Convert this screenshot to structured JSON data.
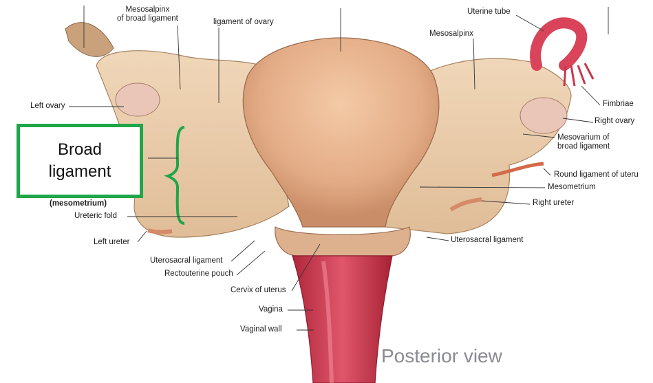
{
  "labels": {
    "mesosalpinx_broad": "Mesosalpinx\nof broad ligament",
    "ligament_of_ovary": "ligament of ovary",
    "uterine_tube": "Uterine tube",
    "mesosalpinx": "Mesosalpinx",
    "left_ovary": "Left ovary",
    "fimbriae": "Fimbriae",
    "right_ovary": "Right ovary",
    "mesovarium": "Mesovarium of\nbroad ligament",
    "round_ligament": "Round ligament of uteru",
    "mesometrium_right": "Mesometrium",
    "mesometrium_left": "(mesometrium)",
    "right_ureter": "Right ureter",
    "ureteric_fold": "Ureteric fold",
    "left_ureter": "Left ureter",
    "uterosacral_right": "Uterosacral ligament",
    "uterosacral_left": "Uterosacral ligament",
    "rectouterine_pouch": "Rectouterine pouch",
    "cervix": "Cervix of uterus",
    "vagina": "Vagina",
    "vaginal_wall": "Vaginal wall"
  },
  "callout": {
    "broad_ligament": "Broad\nligament",
    "color": "#1fa64a"
  },
  "view_caption": "Posterior view",
  "colors": {
    "uterus": "#e2b08c",
    "ligament": "#e8c9a6",
    "tube": "#d9445a",
    "vagina": "#c8354a"
  }
}
